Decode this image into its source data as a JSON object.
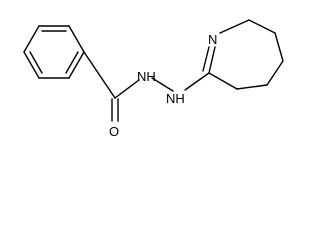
{
  "molecule": {
    "atoms": {
      "carbonyl_oxygen": "O",
      "amide_nh": "NH",
      "hydrazine_nh": "NH",
      "ring_imine_n": "N"
    }
  }
}
